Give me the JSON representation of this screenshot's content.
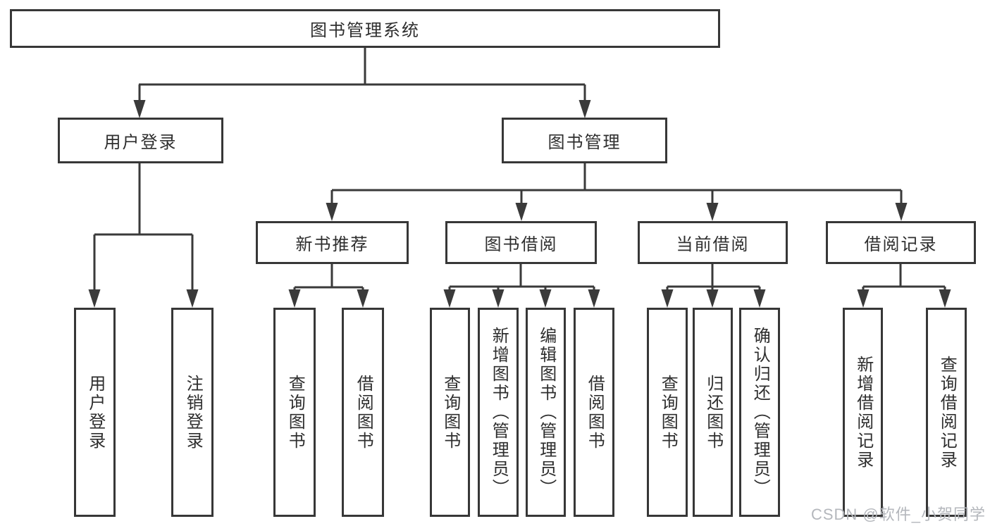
{
  "diagram": {
    "root": "图书管理系统",
    "user_login": {
      "label": "用户登录",
      "children": [
        "用户登录",
        "注销登录"
      ]
    },
    "book_mgmt": {
      "label": "图书管理"
    },
    "new_books": {
      "label": "新书推荐",
      "children": [
        "查询图书",
        "借阅图书"
      ]
    },
    "borrowing": {
      "label": "图书借阅",
      "children": [
        "查询图书",
        "新增图书（管理员）",
        "编辑图书（管理员）",
        "借阅图书"
      ]
    },
    "current": {
      "label": "当前借阅",
      "children": [
        "查询图书",
        "归还图书",
        "确认归还（管理员）"
      ]
    },
    "records": {
      "label": "借阅记录",
      "children": [
        "新增借阅记录",
        "查询借阅记录"
      ]
    }
  },
  "watermark": "CSDN @软件_小贺同学",
  "colors": {
    "line": "#3a3a3a",
    "box_border": "#373737",
    "text": "#2e2e2e",
    "watermark": "#b4b7bc",
    "background": "#ffffff"
  }
}
